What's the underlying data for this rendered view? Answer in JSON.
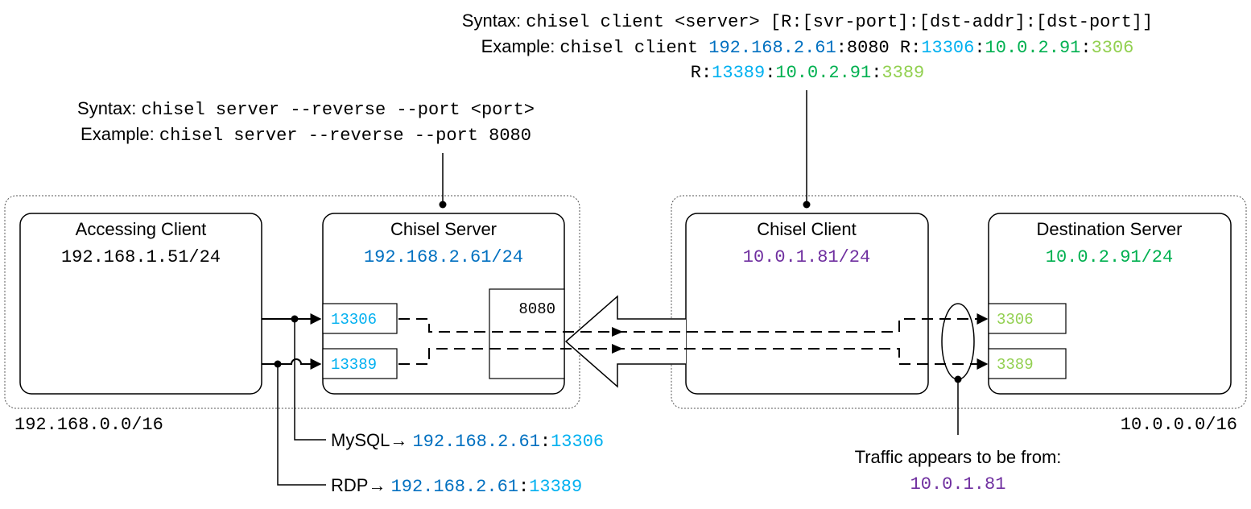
{
  "colors": {
    "server_ip": "#0070c0",
    "server_port": "#00b0f0",
    "dest_ip": "#00b050",
    "dest_port": "#92d050",
    "client_ip": "#7030a0"
  },
  "client_cmd": {
    "syntax_label": "Syntax: ",
    "syntax_cmd": "chisel client <server> [R:[svr-port]:[dst-addr]:[dst-port]]",
    "example_label": "Example: ",
    "example_prefix": "chisel client ",
    "server_ip": "192.168.2.61",
    "port_sep": ":",
    "server_port": "8080",
    "remote_prefix": " R:",
    "remote1_svr_port": "13306",
    "sep": ":",
    "remote1_dst_addr": "10.0.2.91",
    "remote1_dst_port": "3306",
    "remote2_prefix": "R:",
    "remote2_svr_port": "13389",
    "remote2_dst_addr": "10.0.2.91",
    "remote2_dst_port": "3389"
  },
  "server_cmd": {
    "syntax_label": "Syntax: ",
    "syntax_cmd": "chisel server --reverse --port <port>",
    "example_label": "Example: ",
    "example_cmd": "chisel server --reverse --port 8080"
  },
  "networks": {
    "left": "192.168.0.0/16",
    "right": "10.0.0.0/16"
  },
  "nodes": {
    "accessing_client": {
      "title": "Accessing Client",
      "ip": "192.168.1.51/24"
    },
    "chisel_server": {
      "title": "Chisel Server",
      "ip": "192.168.2.61/24",
      "listen_port": "8080",
      "ports": [
        "13306",
        "13389"
      ]
    },
    "chisel_client": {
      "title": "Chisel Client",
      "ip": "10.0.1.81/24"
    },
    "destination_server": {
      "title": "Destination Server",
      "ip": "10.0.2.91/24",
      "ports": [
        "3306",
        "3389"
      ]
    }
  },
  "annotations": {
    "mysql_label": "MySQL→ ",
    "mysql_ip": "192.168.2.61",
    "mysql_sep": ":",
    "mysql_port": "13306",
    "rdp_label": "RDP→ ",
    "rdp_ip": "192.168.2.61",
    "rdp_sep": ":",
    "rdp_port": "13389",
    "traffic_label": "Traffic appears to be from:",
    "traffic_ip": "10.0.1.81"
  }
}
